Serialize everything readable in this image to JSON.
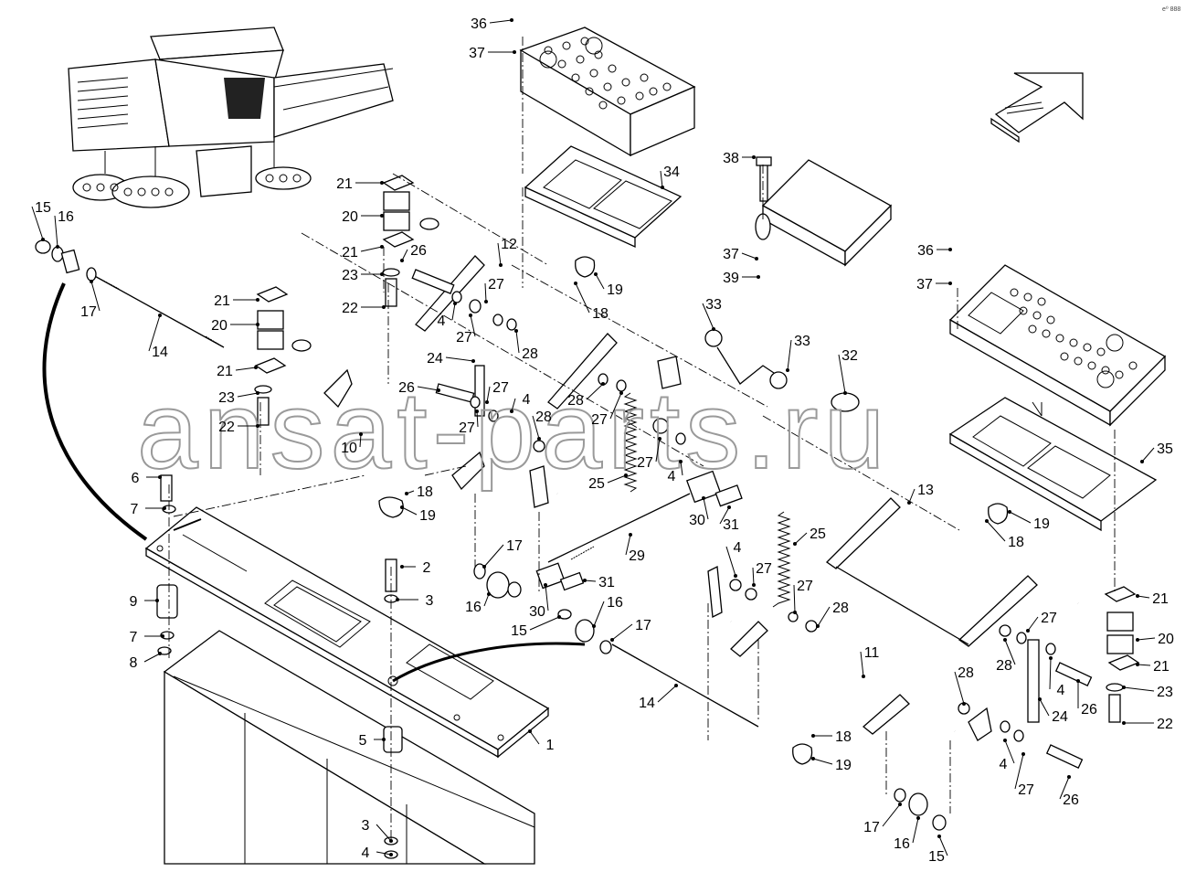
{
  "watermark": "ansat-parts.ru",
  "corner_code": "e⁰ 888",
  "callouts": [
    {
      "id": "c36a",
      "text": "36"
    },
    {
      "id": "c37a",
      "text": "37"
    },
    {
      "id": "c34",
      "text": "34"
    },
    {
      "id": "c38",
      "text": "38"
    },
    {
      "id": "c37b",
      "text": "37"
    },
    {
      "id": "c39",
      "text": "39"
    },
    {
      "id": "c36b",
      "text": "36"
    },
    {
      "id": "c37c",
      "text": "37"
    },
    {
      "id": "c33a",
      "text": "33"
    },
    {
      "id": "c33b",
      "text": "33"
    },
    {
      "id": "c32",
      "text": "32"
    },
    {
      "id": "c35",
      "text": "35"
    },
    {
      "id": "c15a",
      "text": "15"
    },
    {
      "id": "c16a",
      "text": "16"
    },
    {
      "id": "c17a",
      "text": "17"
    },
    {
      "id": "c14a",
      "text": "14"
    },
    {
      "id": "c21a",
      "text": "21"
    },
    {
      "id": "c20a",
      "text": "20"
    },
    {
      "id": "c21b",
      "text": "21"
    },
    {
      "id": "c26a",
      "text": "26"
    },
    {
      "id": "c23a",
      "text": "23"
    },
    {
      "id": "c22a",
      "text": "22"
    },
    {
      "id": "c12",
      "text": "12"
    },
    {
      "id": "c27a",
      "text": "27"
    },
    {
      "id": "c19a",
      "text": "19"
    },
    {
      "id": "c18a",
      "text": "18"
    },
    {
      "id": "c4a",
      "text": "4"
    },
    {
      "id": "c27b",
      "text": "27"
    },
    {
      "id": "c28a",
      "text": "28"
    },
    {
      "id": "c21c",
      "text": "21"
    },
    {
      "id": "c20b",
      "text": "20"
    },
    {
      "id": "c21d",
      "text": "21"
    },
    {
      "id": "c23b",
      "text": "23"
    },
    {
      "id": "c22b",
      "text": "22"
    },
    {
      "id": "c24a",
      "text": "24"
    },
    {
      "id": "c26b",
      "text": "26"
    },
    {
      "id": "c27c",
      "text": "27"
    },
    {
      "id": "c27d",
      "text": "27"
    },
    {
      "id": "c4b",
      "text": "4"
    },
    {
      "id": "c28b",
      "text": "28"
    },
    {
      "id": "c28c",
      "text": "28"
    },
    {
      "id": "c27e",
      "text": "27"
    },
    {
      "id": "c27f",
      "text": "27"
    },
    {
      "id": "c4c",
      "text": "4"
    },
    {
      "id": "c10",
      "text": "10"
    },
    {
      "id": "c25a",
      "text": "25"
    },
    {
      "id": "c6",
      "text": "6"
    },
    {
      "id": "c18b",
      "text": "18"
    },
    {
      "id": "c19b",
      "text": "19"
    },
    {
      "id": "c7a",
      "text": "7"
    },
    {
      "id": "c30a",
      "text": "30"
    },
    {
      "id": "c31a",
      "text": "31"
    },
    {
      "id": "c13",
      "text": "13"
    },
    {
      "id": "c19c",
      "text": "19"
    },
    {
      "id": "c18c",
      "text": "18"
    },
    {
      "id": "c29",
      "text": "29"
    },
    {
      "id": "c25b",
      "text": "25"
    },
    {
      "id": "c17b",
      "text": "17"
    },
    {
      "id": "c2",
      "text": "2"
    },
    {
      "id": "c3a",
      "text": "3"
    },
    {
      "id": "c31b",
      "text": "31"
    },
    {
      "id": "c9",
      "text": "9"
    },
    {
      "id": "c16b",
      "text": "16"
    },
    {
      "id": "c30b",
      "text": "30"
    },
    {
      "id": "c16c",
      "text": "16"
    },
    {
      "id": "c15b",
      "text": "15"
    },
    {
      "id": "c17c",
      "text": "17"
    },
    {
      "id": "c4d",
      "text": "4"
    },
    {
      "id": "c27g",
      "text": "27"
    },
    {
      "id": "c27h",
      "text": "27"
    },
    {
      "id": "c28d",
      "text": "28"
    },
    {
      "id": "c21e",
      "text": "21"
    },
    {
      "id": "c7b",
      "text": "7"
    },
    {
      "id": "c8",
      "text": "8"
    },
    {
      "id": "c20c",
      "text": "20"
    },
    {
      "id": "c27i",
      "text": "27"
    },
    {
      "id": "c28e",
      "text": "28"
    },
    {
      "id": "c21f",
      "text": "21"
    },
    {
      "id": "c11",
      "text": "11"
    },
    {
      "id": "c4e",
      "text": "4"
    },
    {
      "id": "c23c",
      "text": "23"
    },
    {
      "id": "c28f",
      "text": "28"
    },
    {
      "id": "c24b",
      "text": "24"
    },
    {
      "id": "c26c",
      "text": "26"
    },
    {
      "id": "c22c",
      "text": "22"
    },
    {
      "id": "c14b",
      "text": "14"
    },
    {
      "id": "c5",
      "text": "5"
    },
    {
      "id": "c1",
      "text": "1"
    },
    {
      "id": "c18d",
      "text": "18"
    },
    {
      "id": "c19d",
      "text": "19"
    },
    {
      "id": "c4f",
      "text": "4"
    },
    {
      "id": "c27j",
      "text": "27"
    },
    {
      "id": "c26d",
      "text": "26"
    },
    {
      "id": "c3b",
      "text": "3"
    },
    {
      "id": "c4g",
      "text": "4"
    },
    {
      "id": "c17d",
      "text": "17"
    },
    {
      "id": "c16d",
      "text": "16"
    },
    {
      "id": "c15c",
      "text": "15"
    }
  ]
}
